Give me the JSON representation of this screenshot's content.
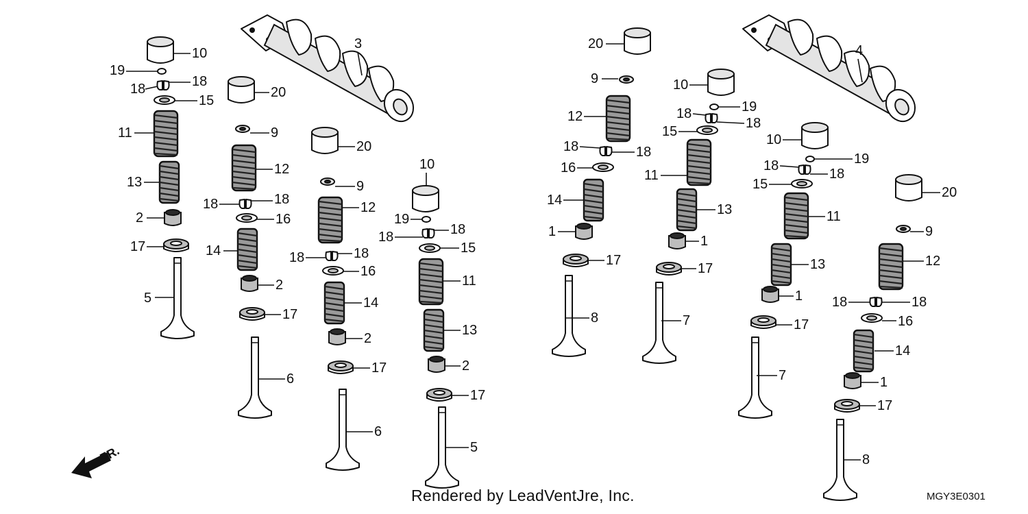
{
  "diagram": {
    "callouts": {
      "g1": [
        "10",
        "19",
        "18",
        "18",
        "15",
        "11",
        "13",
        "2",
        "17",
        "5"
      ],
      "g2": [
        "20",
        "9",
        "12",
        "18",
        "18",
        "16",
        "14",
        "2",
        "17",
        "6"
      ],
      "g3": [
        "20",
        "9",
        "12",
        "18",
        "18",
        "16",
        "14",
        "2",
        "17",
        "6"
      ],
      "g4": [
        "10",
        "19",
        "18",
        "18",
        "15",
        "11",
        "13",
        "2",
        "17",
        "5"
      ],
      "g5": [
        "20",
        "9",
        "12",
        "18",
        "18",
        "16",
        "14",
        "1",
        "17",
        "8"
      ],
      "g6": [
        "10",
        "19",
        "18",
        "18",
        "15",
        "11",
        "13",
        "1",
        "17",
        "7"
      ],
      "g7": [
        "10",
        "19",
        "18",
        "18",
        "15",
        "11",
        "13",
        "1",
        "17",
        "7"
      ],
      "g8": [
        "20",
        "9",
        "12",
        "18",
        "18",
        "16",
        "14",
        "1",
        "17",
        "8"
      ],
      "cam_left": "3",
      "cam_right": "4"
    },
    "front_arrow_label": "FR.",
    "footer": "Rendered by LeadVentJre, Inc.",
    "diagram_code": "MGY3E0301"
  }
}
